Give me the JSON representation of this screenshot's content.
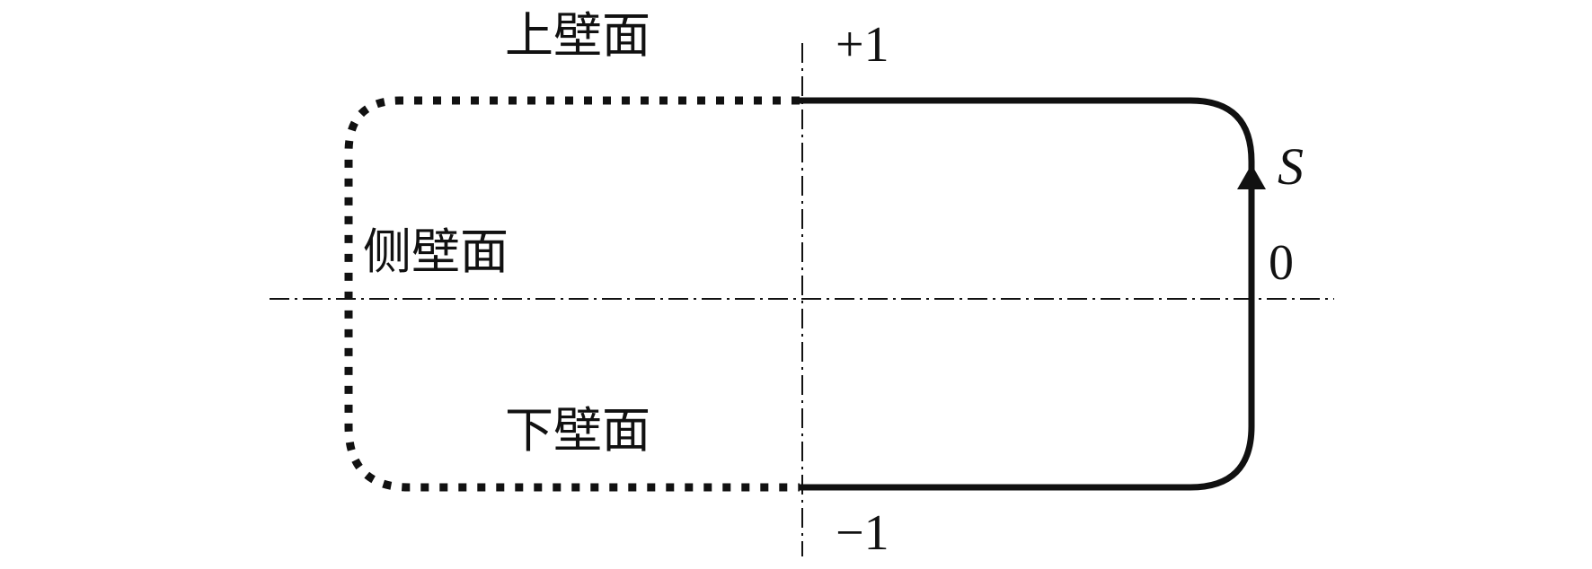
{
  "labels": {
    "upper_wall": "上壁面",
    "side_wall": "侧壁面",
    "lower_wall": "下壁面",
    "top_value": "+1",
    "bottom_value": "−1",
    "zero_value": "0",
    "coordinate": "S"
  },
  "colors": {
    "stroke": "#111111",
    "background": "#ffffff"
  }
}
